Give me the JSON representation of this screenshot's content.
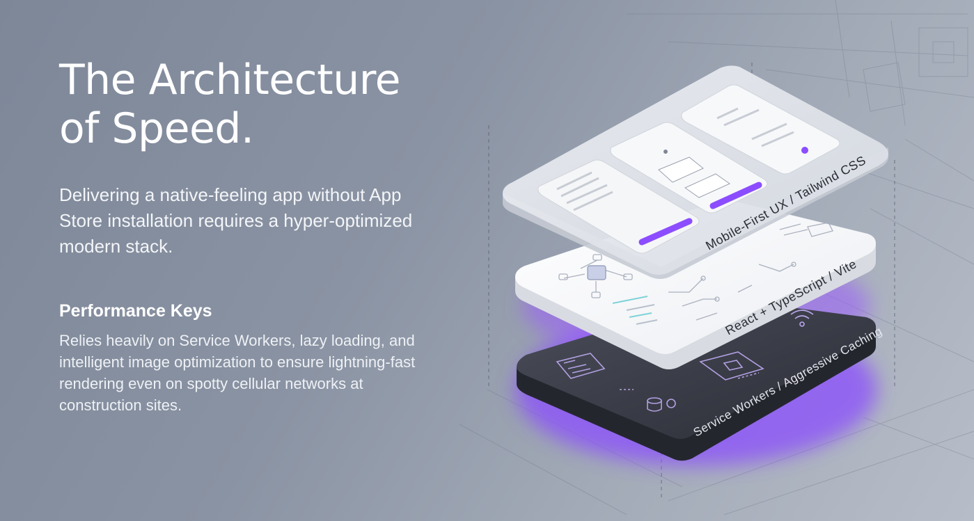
{
  "hero": {
    "title_line1": "The Architecture",
    "title_line2": "of Speed.",
    "lead": "Delivering a native-feeling app without App Store installation requires a hyper-optimized modern stack."
  },
  "performance": {
    "heading": "Performance Keys",
    "body": "Relies heavily on Service Workers, lazy loading, and intelligent image optimization to ensure lightning-fast rendering even on spotty cellular networks at construction sites."
  },
  "stack": {
    "layers": [
      {
        "label": "Mobile-First UX / Tailwind CSS"
      },
      {
        "label": "React + TypeScript / Vite"
      },
      {
        "label": "Service Workers / Aggressive Caching"
      }
    ],
    "accent": "#8b4dff"
  }
}
